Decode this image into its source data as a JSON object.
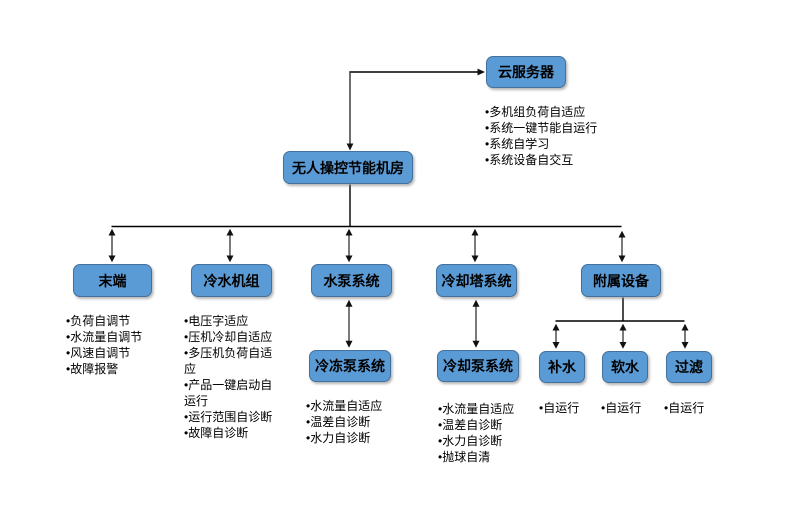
{
  "diagram": {
    "nodes": {
      "root": {
        "label": "无人操控节能机房"
      },
      "cloud": {
        "label": "云服务器"
      },
      "terminal": {
        "label": "末端"
      },
      "chiller": {
        "label": "冷水机组"
      },
      "pump": {
        "label": "水泵系统"
      },
      "tower": {
        "label": "冷却塔系统"
      },
      "aux": {
        "label": "附属设备"
      },
      "chillpump": {
        "label": "冷冻泵系统"
      },
      "coolpump": {
        "label": "冷却泵系统"
      },
      "makeup": {
        "label": "补水"
      },
      "soft": {
        "label": "软水"
      },
      "filter": {
        "label": "过滤"
      }
    },
    "lists": {
      "cloud": {
        "items": [
          "多机组负荷自适应",
          "系统一键节能自运行",
          "系统自学习",
          "系统设备自交互"
        ]
      },
      "terminal": {
        "items": [
          "负荷自调节",
          "水流量自调节",
          "风速自调节",
          "故障报警"
        ]
      },
      "chiller": {
        "items": [
          "电压字适应",
          "压机冷却自适应",
          "多压机负荷自适应",
          "产品一键启动自运行",
          "运行范围自诊断",
          "故障自诊断"
        ]
      },
      "chillpump": {
        "items": [
          "水流量自适应",
          "温差自诊断",
          "水力自诊断"
        ]
      },
      "coolpump": {
        "items": [
          "水流量自适应",
          "温差自诊断",
          "水力自诊断",
          "抛球自清"
        ]
      },
      "makeup": {
        "items": [
          "自运行"
        ]
      },
      "soft": {
        "items": [
          "自运行"
        ]
      },
      "filter": {
        "items": [
          "自运行"
        ]
      }
    }
  },
  "colors": {
    "background": "#ffffff",
    "node_fill": "#5b9bd5",
    "node_border": "#41719c",
    "node_text": "#000000",
    "line": "#000000",
    "arrow_shaft": "#7a7a7a",
    "arrow_head": "#111111"
  }
}
